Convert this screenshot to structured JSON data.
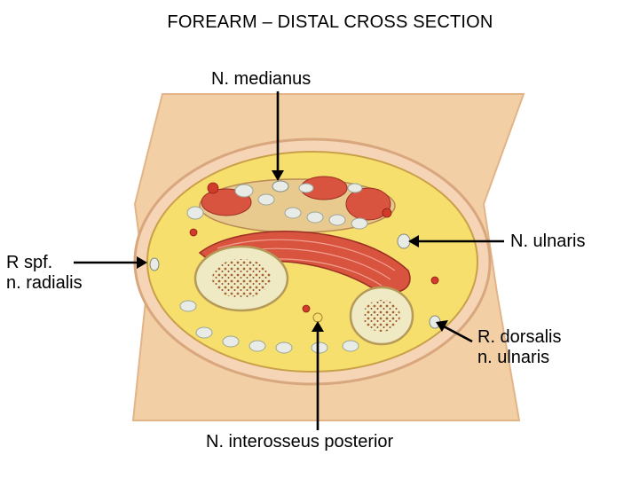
{
  "title": "FOREARM – DISTAL CROSS SECTION",
  "labels": {
    "n_medianus": "N. medianus",
    "n_ulnaris": "N. ulnaris",
    "r_spf_line1": "R spf.",
    "r_spf_line2": "n. radialis",
    "r_dorsalis_line1": "R. dorsalis",
    "r_dorsalis_line2": "n. ulnaris",
    "n_interosseus": "N. interosseus posterior"
  },
  "colors": {
    "skin": "#f2cfa5",
    "fat": "#f6df6c",
    "muscle": "#d9543f",
    "bone": "#efe9c4",
    "marrow": "#a9652f",
    "nerve": "#e9ece6",
    "arrow": "#000000"
  }
}
